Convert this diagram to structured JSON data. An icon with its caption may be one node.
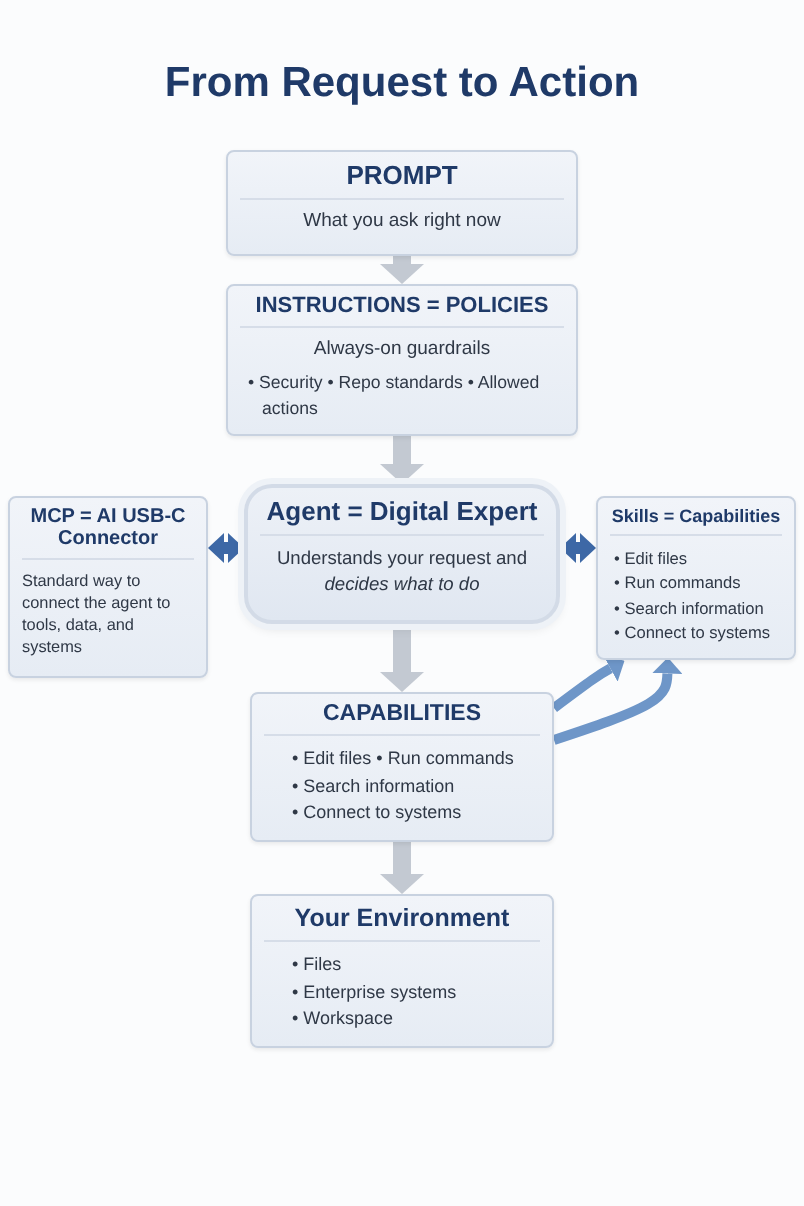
{
  "diagram": {
    "title": "From Request to Action",
    "nodes": [
      {
        "text": [
          "PROMPT",
          "What you ask right now"
        ]
      },
      {
        "text": [
          "INSTRUCTIONS = POLICIES",
          "Always-on guardrails",
          "• Security • Repo standards • Allowed actions"
        ]
      },
      {
        "text": [
          "MCP = AI USB-C Connector",
          "Standard way to connect the agent to tools, data, and systems"
        ]
      },
      {
        "text": [
          "Agent = Digital Expert",
          "Understands your request and *decides what to do*"
        ]
      },
      {
        "text": [
          "Skills = Capabilities",
          "• Edit files",
          "• Run commands",
          "• Search information",
          "• Connect to systems"
        ]
      },
      {
        "text": [
          "CAPABILITIES",
          "• Edit files • Run commands",
          "• Search information",
          "• Connect to systems"
        ]
      },
      {
        "text": [
          "Your Environment",
          "• Files",
          "• Enterprise systems",
          "• Workspace"
        ]
      }
    ],
    "edges": [
      {
        "from": 0,
        "to": 1,
        "arrow": "to"
      },
      {
        "from": 1,
        "to": 3,
        "arrow": "to"
      },
      {
        "from": 2,
        "to": 3,
        "arrow": "both",
        "color": "#3d68a6"
      },
      {
        "from": 3,
        "to": 4,
        "arrow": "both",
        "color": "#3d68a6"
      },
      {
        "from": 3,
        "to": 5,
        "arrow": "to"
      },
      {
        "from": 5,
        "to": 6,
        "arrow": "to"
      },
      {
        "from": 5,
        "to": 4,
        "arrow": "to",
        "color": "#6e96c8"
      },
      {
        "from": 5,
        "to": 4,
        "arrow": "to",
        "color": "#6e96c8"
      }
    ]
  }
}
